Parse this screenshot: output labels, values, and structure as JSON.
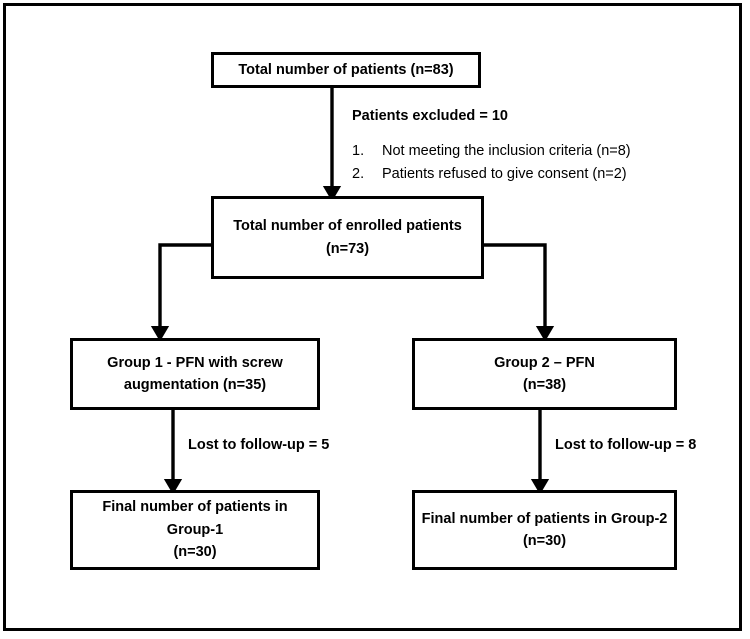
{
  "figure": {
    "type": "consort-patient-flow-diagram",
    "frame_color": "#000000",
    "background_color": "#ffffff",
    "text_color": "#000000"
  },
  "nodes": {
    "total": {
      "line1": "Total number of patients (n=83)"
    },
    "enrolled": {
      "line1": "Total number of enrolled patients",
      "line2": "(n=73)"
    },
    "group1": {
      "line1": "Group 1 - PFN with screw",
      "line2": "augmentation (n=35)"
    },
    "group2": {
      "line1": "Group 2 – PFN",
      "line2": "(n=38)"
    },
    "final1": {
      "line1": "Final number of patients in Group-1",
      "line2": "(n=30)"
    },
    "final2": {
      "line1": "Final number of patients in Group-2",
      "line2": "(n=30)"
    }
  },
  "annotations": {
    "excluded": {
      "title": "Patients excluded = 10",
      "items": [
        {
          "marker": "1.",
          "text": "Not meeting the inclusion criteria (n=8)"
        },
        {
          "marker": "2.",
          "text": "Patients refused to give consent (n=2)"
        }
      ]
    },
    "lost_followup_group1": "Lost to follow-up = 5",
    "lost_followup_group2": "Lost to follow-up = 8"
  }
}
